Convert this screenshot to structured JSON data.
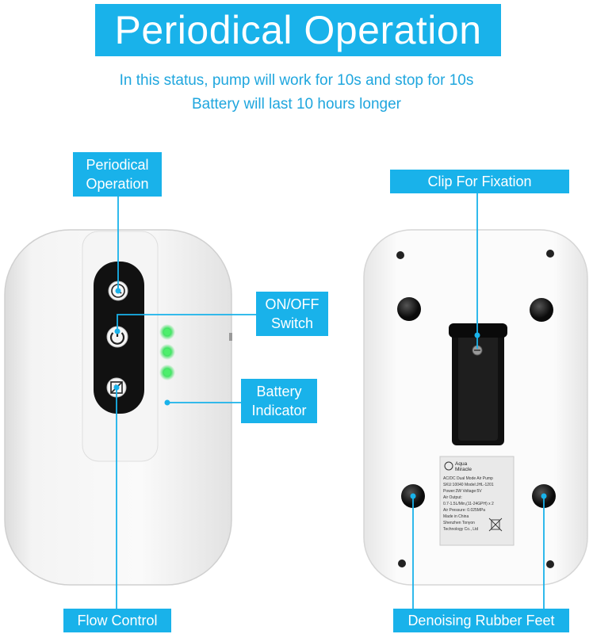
{
  "title": "Periodical Operation",
  "subtitle": {
    "line1": "In this status, pump will work for 10s and stop for 10s",
    "line2": "Battery will last 10 hours longer"
  },
  "callouts": {
    "periodical_operation": "Periodical\nOperation",
    "on_off_switch": "ON/OFF\nSwitch",
    "battery_indicator": "Battery\nIndicator",
    "flow_control": "Flow Control",
    "clip_for_fixation": "Clip For Fixation",
    "denoising_rubber_feet": "Denoising Rubber Feet"
  },
  "label": {
    "brand1": "Aqua",
    "brand2": "Miracle",
    "line1": "AC/DC Dual Mode Air Pump",
    "line2": "SKU:10040  Model:JHL-1201",
    "line3": "Power:3W  Voltage:5V",
    "line4": "Air Output:",
    "line5": "0.7-1.5L/Min,(11-24GPH) x 2",
    "line6": "Air Pressure: 0.025MPa",
    "line7": "Made in China",
    "line8": "Shenzhen Tonyon",
    "line9": "Technology Co., Ltd"
  },
  "colors": {
    "accent": "#19b2ea",
    "led": "#39e05c",
    "device": "#f7f7f7",
    "panel": "#111111"
  },
  "icons": [
    "clock-icon",
    "power-icon",
    "flow-control-icon",
    "recycle-bin-icon"
  ]
}
